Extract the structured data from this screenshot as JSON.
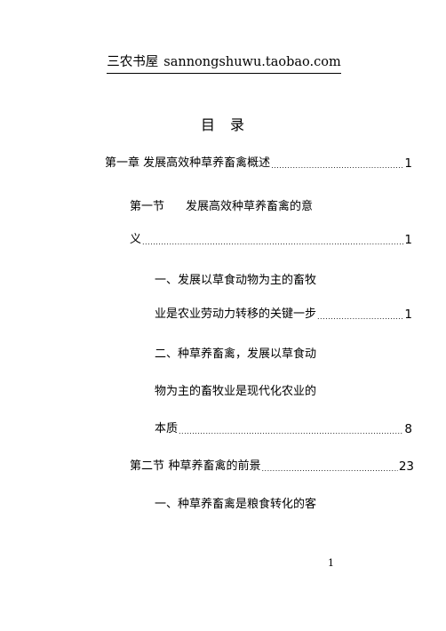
{
  "header": {
    "shop_name": "三农书屋",
    "shop_url": "sannongshuwu.taobao.com"
  },
  "toc": {
    "title_part1": "目",
    "title_part2": "录",
    "chapter1": {
      "text": "第一章 发展高效种草养畜禽概述",
      "page": "1"
    },
    "section1": {
      "label": "第一节",
      "title_line1": "发展高效种草养畜禽的意",
      "title_line2": "义",
      "page": "1"
    },
    "item1": {
      "line1": "一、发展以草食动物为主的畜牧",
      "line2": "业是农业劳动力转移的关键一步",
      "page": "1"
    },
    "item2": {
      "line1": "二、种草养畜禽，发展以草食动",
      "line2": "物为主的畜牧业是现代化农业的",
      "line3": "本质",
      "page": "8"
    },
    "section2": {
      "label": "第二节",
      "title": "种草养畜禽的前景",
      "page": "23"
    },
    "item3": {
      "line1": "一、种草养畜禽是粮食转化的客"
    }
  },
  "footer": {
    "page_number": "1"
  }
}
